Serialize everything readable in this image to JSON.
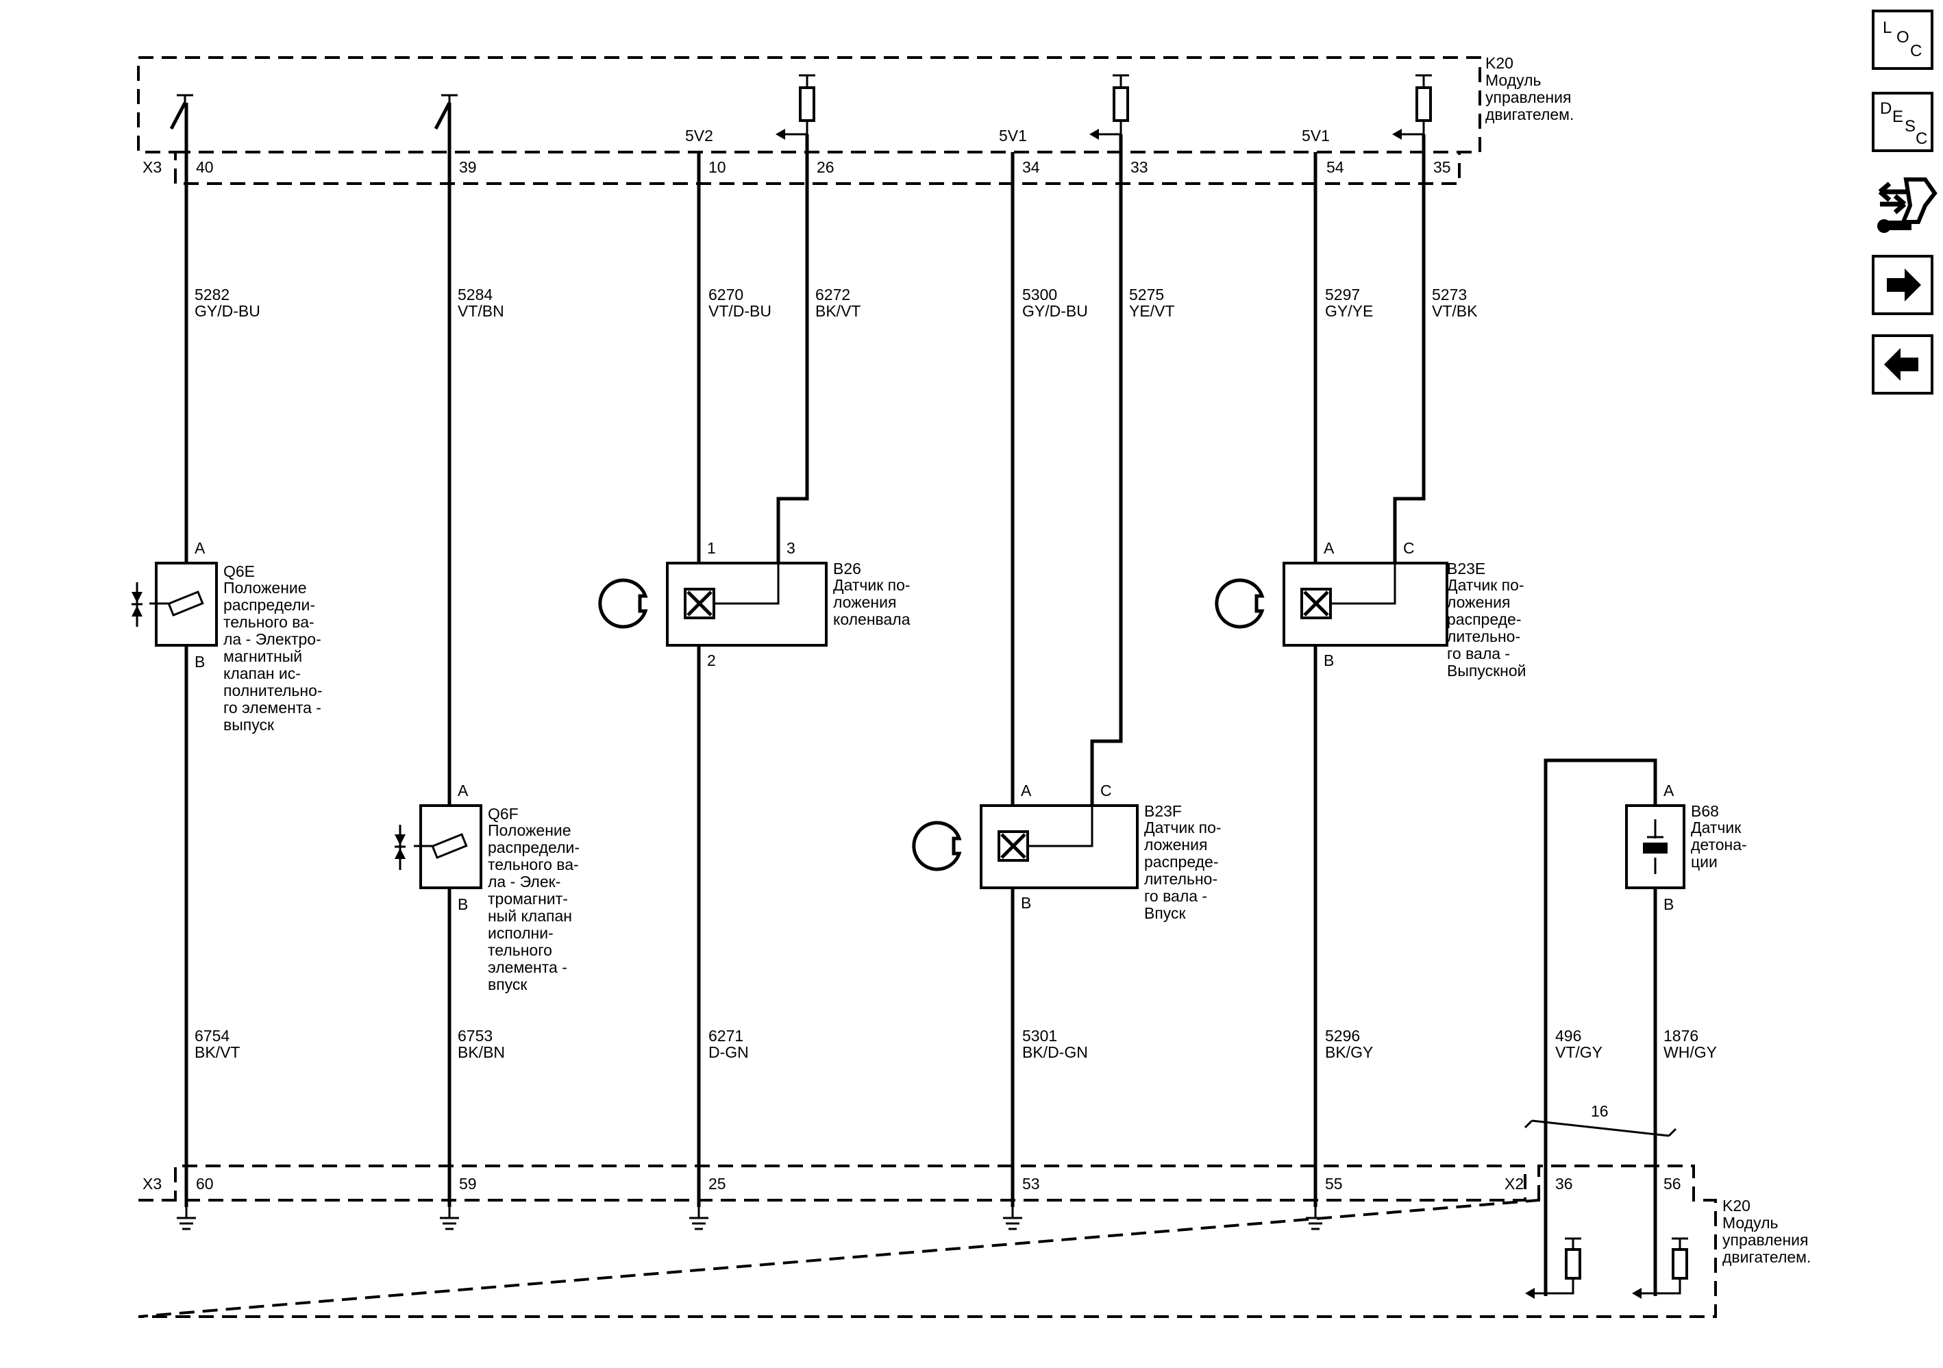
{
  "module": {
    "name_top": "K20",
    "desc_top": [
      "Модуль",
      "управления",
      "двигателем."
    ],
    "name_bottom": "K20",
    "desc_bottom": [
      "Модуль",
      "управления",
      "двигателем."
    ]
  },
  "connectors": {
    "x3_top": "X3",
    "x3_bottom": "X3",
    "x2_bottom": "X2"
  },
  "references": {
    "5v2": "5V2",
    "5v1_a": "5V1",
    "5v1_b": "5V1"
  },
  "pins_top": [
    "40",
    "39",
    "10",
    "26",
    "34",
    "33",
    "54",
    "35"
  ],
  "pins_bottom": [
    "60",
    "59",
    "25",
    "53",
    "55",
    "36",
    "56"
  ],
  "wires_top": [
    {
      "circuit": "5282",
      "color": "GY/D-BU"
    },
    {
      "circuit": "5284",
      "color": "VT/BN"
    },
    {
      "circuit": "6270",
      "color": "VT/D-BU"
    },
    {
      "circuit": "6272",
      "color": "BK/VT"
    },
    {
      "circuit": "5300",
      "color": "GY/D-BU"
    },
    {
      "circuit": "5275",
      "color": "YE/VT"
    },
    {
      "circuit": "5297",
      "color": "GY/YE"
    },
    {
      "circuit": "5273",
      "color": "VT/BK"
    }
  ],
  "wires_bottom": [
    {
      "circuit": "6754",
      "color": "BK/VT"
    },
    {
      "circuit": "6753",
      "color": "BK/BN"
    },
    {
      "circuit": "6271",
      "color": "D-GN"
    },
    {
      "circuit": "5301",
      "color": "BK/D-GN"
    },
    {
      "circuit": "5296",
      "color": "BK/GY"
    },
    {
      "circuit": "496",
      "color": "VT/GY"
    },
    {
      "circuit": "1876",
      "color": "WH/GY"
    }
  ],
  "twist_label": "16",
  "components": {
    "q6e": {
      "id": "Q6E",
      "pin_a": "A",
      "pin_b": "B",
      "desc": [
        "Положение",
        "распредели-",
        "тельного ва-",
        "ла - Электро-",
        "магнитный",
        "клапан ис-",
        "полнительно-",
        "го элемента -",
        "выпуск"
      ]
    },
    "q6f": {
      "id": "Q6F",
      "pin_a": "A",
      "pin_b": "B",
      "desc": [
        "Положение",
        "распредели-",
        "тельного ва-",
        "ла - Элек-",
        "тромагнит-",
        "ный клапан",
        "исполни-",
        "тельного",
        "элемента -",
        "впуск"
      ]
    },
    "b26": {
      "id": "B26",
      "pin_1": "1",
      "pin_3": "3",
      "pin_2": "2",
      "desc": [
        "Датчик по-",
        "ложения",
        "коленвала"
      ]
    },
    "b23f": {
      "id": "B23F",
      "pin_a": "A",
      "pin_c": "C",
      "pin_b": "B",
      "desc": [
        "Датчик по-",
        "ложения",
        "распреде-",
        "лительно-",
        "го вала -",
        "Впуск"
      ]
    },
    "b23e": {
      "id": "B23E",
      "pin_a": "A",
      "pin_c": "C",
      "pin_b": "B",
      "desc": [
        "Датчик по-",
        "ложения",
        "распреде-",
        "лительно-",
        "го вала -",
        "Выпускной"
      ]
    },
    "b68": {
      "id": "B68",
      "pin_a": "A",
      "pin_b": "B",
      "desc": [
        "Датчик",
        "детона-",
        "ции"
      ]
    }
  },
  "nav": {
    "loc": {
      "l1": "L",
      "l2": "O",
      "l3": "C"
    },
    "desc": {
      "l1": "D",
      "l2": "E",
      "l3": "S",
      "l4": "C"
    },
    "icons": [
      "connector-tool-icon",
      "arrow-right-icon",
      "arrow-left-icon"
    ]
  }
}
